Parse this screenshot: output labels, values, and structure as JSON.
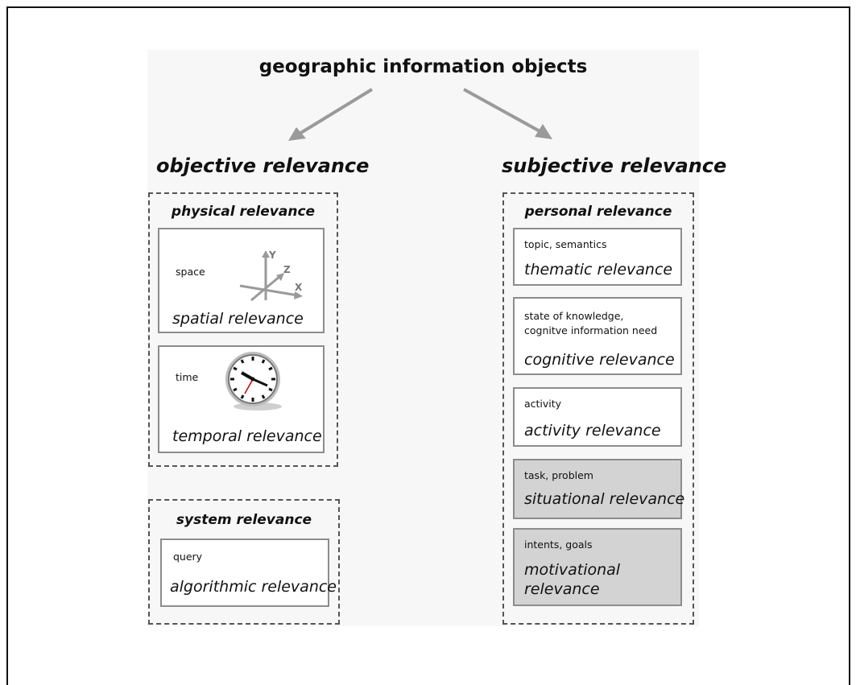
{
  "title": "geographic information objects",
  "left": {
    "heading": "objective relevance",
    "physical": {
      "title": "physical relevance",
      "spatial": {
        "label": "space",
        "relevance": "spatial relevance",
        "axis_x": "X",
        "axis_y": "Y",
        "axis_z": "Z"
      },
      "temporal": {
        "label": "time",
        "relevance": "temporal relevance"
      }
    },
    "system": {
      "title": "system relevance",
      "algorithmic": {
        "label": "query",
        "relevance": "algorithmic relevance"
      }
    }
  },
  "right": {
    "heading": "subjective relevance",
    "personal": {
      "title": "personal relevance",
      "thematic": {
        "label": "topic, semantics",
        "relevance": "thematic relevance"
      },
      "cognitive": {
        "label_1": "state of knowledge,",
        "label_2": "cognitve information need",
        "relevance": "cognitive relevance"
      },
      "activity": {
        "label": "activity",
        "relevance": "activity relevance"
      },
      "situational": {
        "label": "task, problem",
        "relevance": "situational relevance"
      },
      "motivational": {
        "label": "intents, goals",
        "relevance_1": "motivational",
        "relevance_2": "relevance"
      }
    }
  },
  "colors": {
    "arrow": "#9a9a9a",
    "shaded_box": "#d3d3d3",
    "panel": "#f7f7f7"
  }
}
